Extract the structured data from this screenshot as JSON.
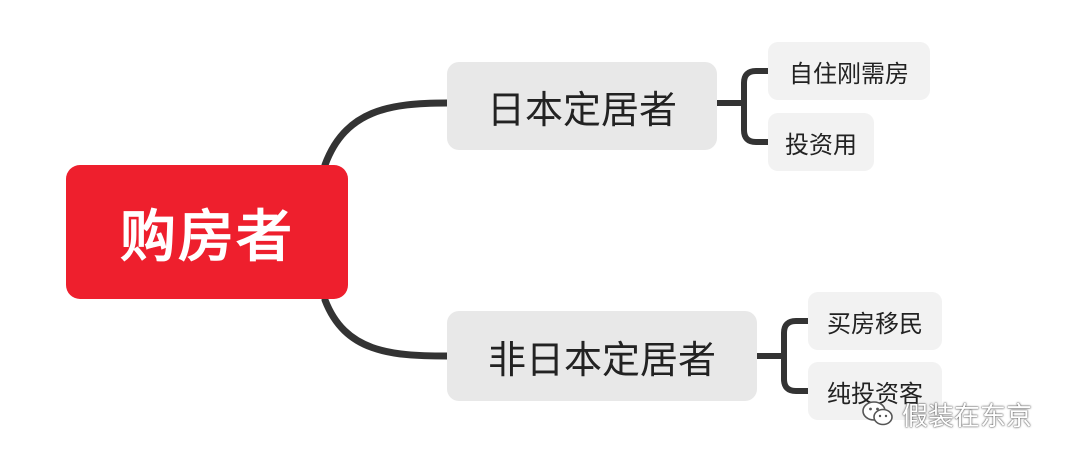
{
  "root": {
    "label": "购房者",
    "color": "#ee1f2d"
  },
  "branches": [
    {
      "label": "日本定居者",
      "children": [
        "自住刚需房",
        "投资用"
      ]
    },
    {
      "label": "非日本定居者",
      "children": [
        "买房移民",
        "纯投资客"
      ]
    }
  ],
  "watermark": {
    "text": "假装在东京",
    "icon": "wechat-icon"
  },
  "colors": {
    "connector": "#333333",
    "branch_bg": "#e8e8e8",
    "leaf_bg": "#f2f2f2"
  }
}
